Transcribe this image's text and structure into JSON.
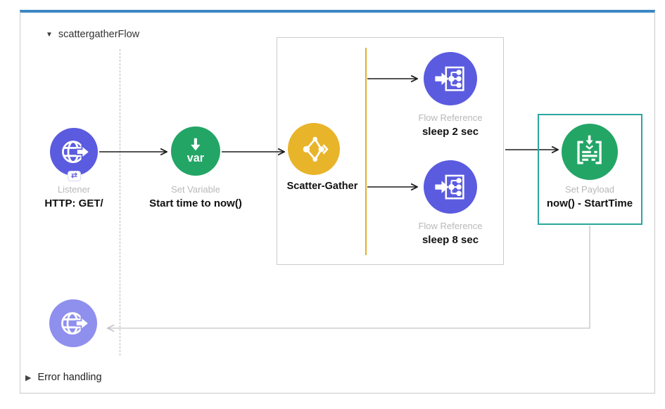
{
  "flow": {
    "title": "scattergatherFlow",
    "collapse_icon": "▼"
  },
  "nodes": {
    "listener": {
      "type_label": "Listener",
      "value_label": "HTTP: GET/",
      "badge_icon": "⇄",
      "color": "#5b5be0"
    },
    "set_variable": {
      "type_label": "Set Variable",
      "value_label": "Start time to now()",
      "icon_text": "var",
      "color": "#23a566"
    },
    "scatter_gather": {
      "label": "Scatter-Gather",
      "color": "#e8b42a",
      "route_bar_color": "#e0af2e"
    },
    "flow_reference_1": {
      "type_label": "Flow Reference",
      "value_label": "sleep 2 sec",
      "color": "#5b5be0"
    },
    "flow_reference_2": {
      "type_label": "Flow Reference",
      "value_label": "sleep 8 sec",
      "color": "#5b5be0"
    },
    "set_payload": {
      "type_label": "Set Payload",
      "value_label": "now() - StartTime",
      "selected": true,
      "selection_color": "#2aa79e",
      "color": "#23a566"
    },
    "listener_response": {
      "color": "#8f8fee"
    }
  },
  "error_handling": {
    "label": "Error handling",
    "collapse_icon": "▶"
  },
  "colors": {
    "flow_header_bar": "#3d87c3",
    "flow_border": "#c9c9c9",
    "scope_border": "#cccccc",
    "connector_black": "#1c1c1c",
    "connector_return_gray": "#c4c4c4",
    "type_label_gray": "#b8b8b8",
    "value_label_dark": "#111111"
  }
}
